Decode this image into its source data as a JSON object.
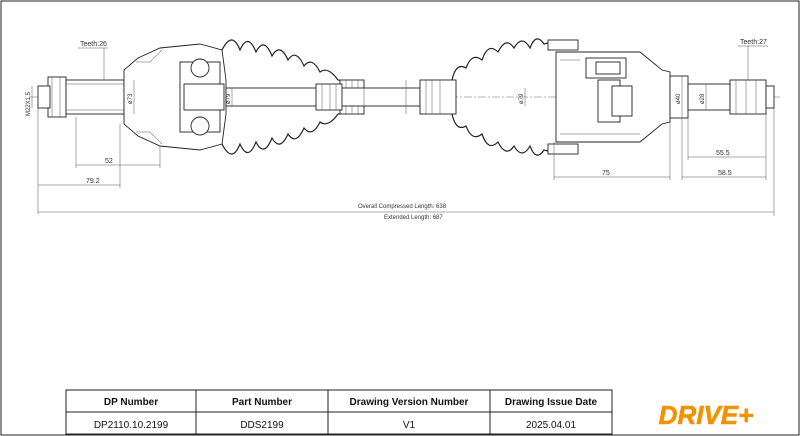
{
  "drawing": {
    "left_joint": {
      "teeth_label": "Teeth:26",
      "thread_label": "M22X1.5",
      "diam_outer": "ø73",
      "diam_shaft": "ø79",
      "len_52": "52",
      "len_79_2": "79.2"
    },
    "right_joint": {
      "teeth_label": "Teeth:27",
      "diam_shaft": "ø79",
      "diam_40": "ø40",
      "diam_28": "ø28",
      "len_55_5": "55.5",
      "len_58_5": "58.5",
      "len_75": "75"
    },
    "overall": {
      "compressed": "Overall  Compressed  Length: 638",
      "extended": "Extended  Length: 687"
    }
  },
  "title_block": {
    "headers": [
      "DP Number",
      "Part Number",
      "Drawing Version Number",
      "Drawing Issue Date"
    ],
    "values": [
      "DP2110.10.2199",
      "DDS2199",
      "V1",
      "2025.04.01"
    ],
    "logo_text": "DRIVE+",
    "brand_color": "#f39200"
  }
}
